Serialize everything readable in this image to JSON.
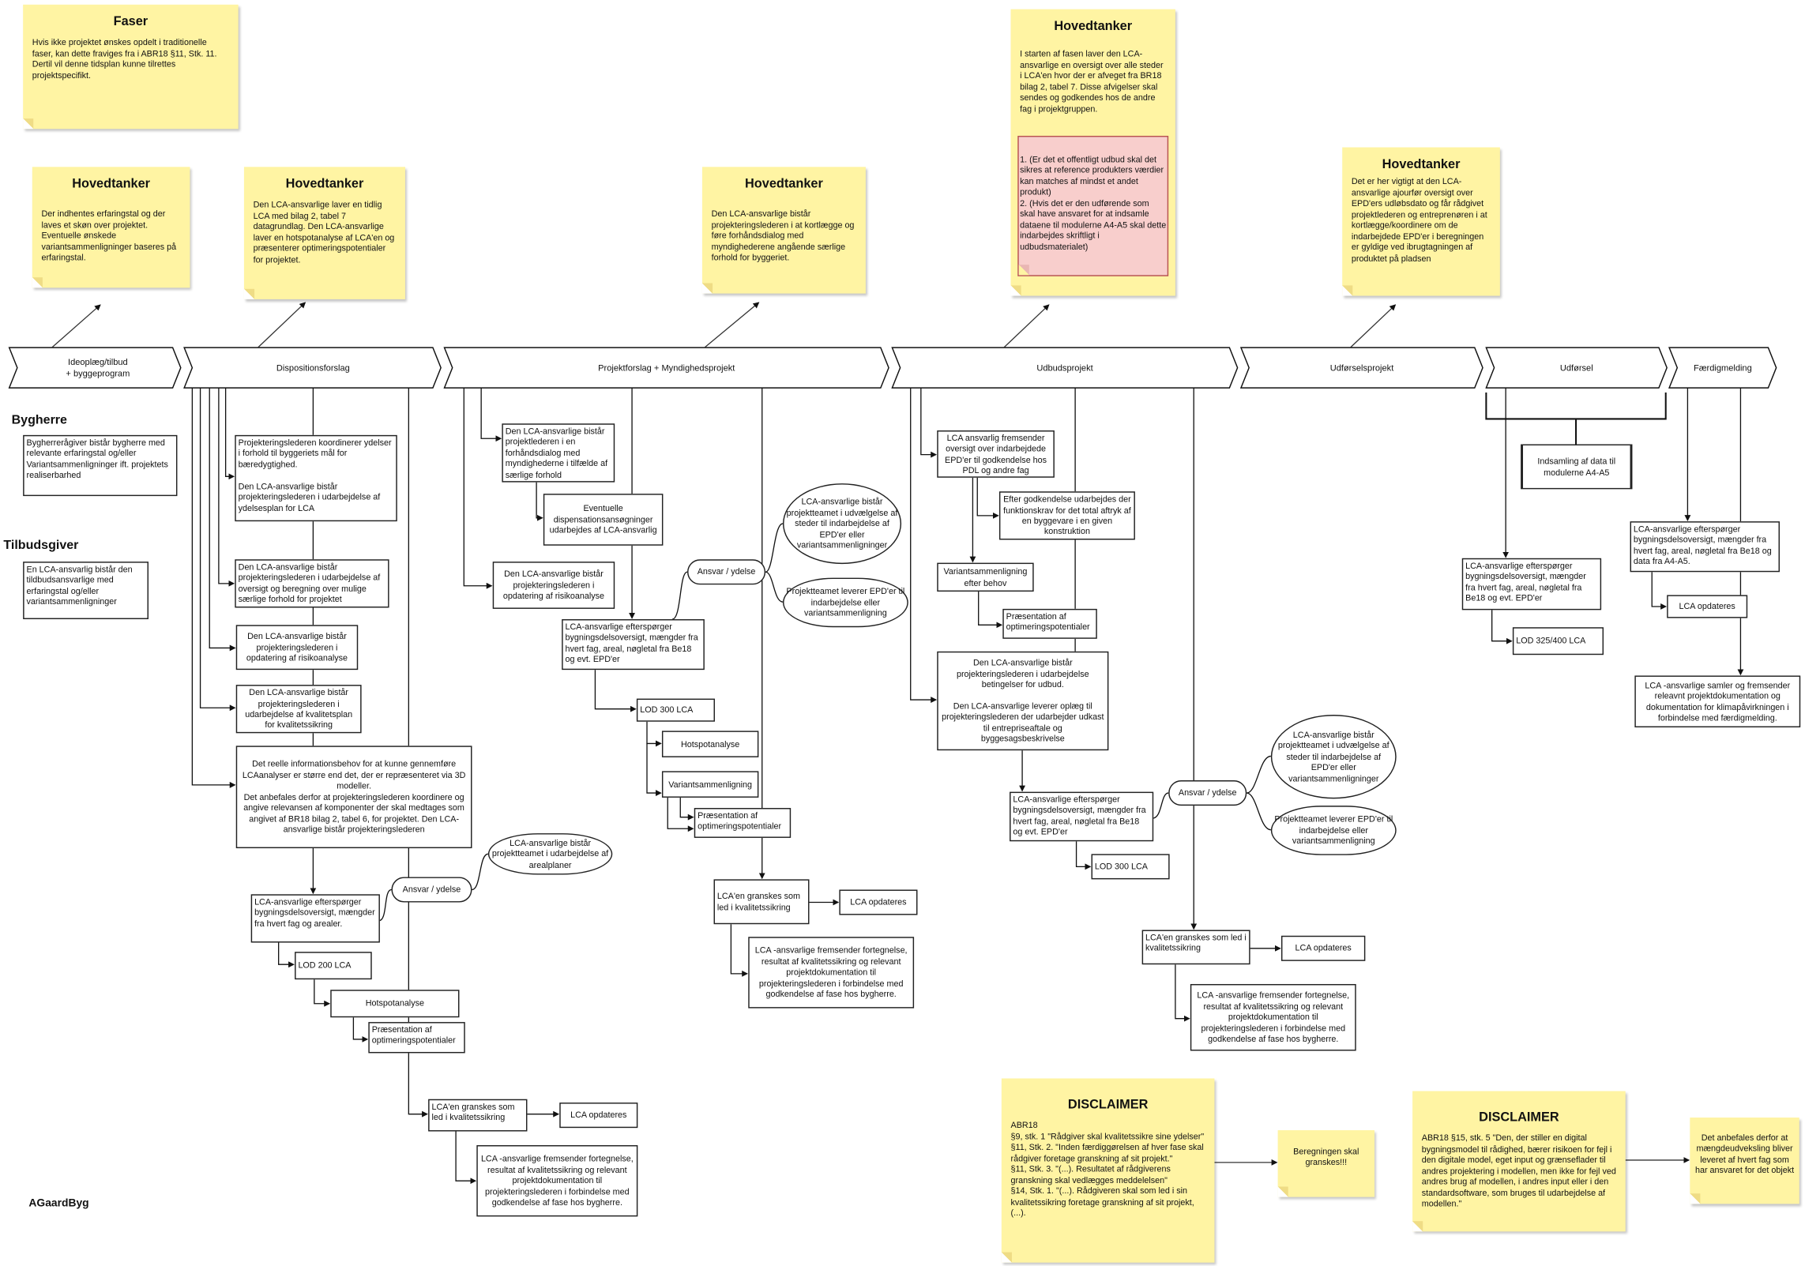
{
  "notes": {
    "faser": {
      "title": "Faser",
      "text": "Hvis ikke projektet ønskes opdelt i traditionelle faser, kan dette fraviges fra i ABR18 §11, Stk. 11.\nDertil vil denne tidsplan kunne tilrettes projektspecifikt."
    },
    "h1": {
      "title": "Hovedtanker",
      "text": "Der indhentes erfaringstal og der laves et skøn over projektet. Eventuelle ønskede variantsammenligninger baseres på erfaringstal."
    },
    "h2": {
      "title": "Hovedtanker",
      "text": "Den LCA-ansvarlige laver en tidlig LCA med bilag 2, tabel 7 datagrundlag. Den LCA-ansvarlige laver en hotspotanalyse af LCA'en og præsenterer optimeringspotentialer for projektet."
    },
    "h3": {
      "title": "Hovedtanker",
      "text": "Den LCA-ansvarlige bistår projekteringslederen i at kortlægge og føre forhåndsdialog med myndighederene angående særlige forhold for byggeriet."
    },
    "h4": {
      "title": "Hovedtanker",
      "text": "I starten af fasen laver den LCA-ansvarlige en oversigt over alle steder i LCA'en hvor der er afveget fra BR18 bilag 2, tabel 7. Disse afvigelser skal sendes og godkendes hos de andre fag i projektgruppen.",
      "red": "1. (Er det et offentligt udbud skal det sikres at reference produkters værdier kan matches af mindst et andet produkt)\n2. (Hvis det er den udførende som skal have ansvaret for at indsamle dataene til modulerne A4-A5 skal dette indarbejdes skriftligt i udbudsmaterialet)"
    },
    "h5": {
      "title": "Hovedtanker",
      "text": "Det er her vigtigt at den LCA-ansvarlige ajourfør oversigt over EPD'ers udløbsdato og får rådgivet projektlederen og entreprenøren i at kortlægge/koordinere om de indarbejdede EPD'er i beregningen er gyldige ved ibrugtagningen af produktet på pladsen"
    },
    "d1": {
      "title": "DISCLAIMER",
      "text": "ABR18\n§9, stk. 1 \"Rådgiver skal kvalitetssikre sine ydelser\"\n§11, Stk. 2. \"Inden færdiggørelsen af hver fase skal rådgiver foretage granskning af sit projekt.\"\n§11, Stk. 3. \"(...). Resultatet af rådgiverens granskning skal vedlægges meddelelsen\"\n§14, Stk. 1. \"(...). Rådgiveren skal som led i sin kvalitetssikring foretage granskning af sit projekt, (...)."
    },
    "d1_result": "Beregningen skal granskes!!!",
    "d2": {
      "title": "DISCLAIMER",
      "text": "ABR18 §15, stk. 5 \"Den, der stiller en digital bygningsmodel til rådighed, bærer risikoen for fejl i den digitale model, eget input og grænseflader til andres projektering i modellen, men ikke for fejl ved andres brug af modellen, i andres input eller i den standardsoftware, som bruges til udarbejdelse af modellen.\""
    },
    "d2_result": "Det anbefales derfor at mængdeudveksling bliver leveret af hvert fag som har ansvaret for det objekt"
  },
  "phases": [
    "Ideoplæg/tilbud\n+ byggeprogram",
    "Dispositionsforslag",
    "Projektforslag + Myndighedsprojekt",
    "Udbudsprojekt",
    "Udførselsprojekt",
    "Udførsel",
    "Færdigmelding"
  ],
  "roles": {
    "bygherre": {
      "label": "Bygherre",
      "text": "Bygherrerågiver bistår bygherre med relevante erfaringstal og/eller Variantsammenligninger ift. projektets realiserbarhed"
    },
    "tilbudsgiver": {
      "label": "Tilbudsgiver",
      "text": "En LCA-ansvarlig bistår den tildbudsansvarlige med erfaringstal og/eller variantsammenligninger"
    }
  },
  "brand": "AGaardByg",
  "dispositionsforslag": {
    "b1": "Projekteringslederen koordinerer ydelser i forhold til byggeriets mål for bæredygtighed.\n\nDen LCA-ansvarlige bistår projekteringslederen i udarbejdelse af ydelsesplan for LCA",
    "b2": "Den LCA-ansvarlige bistår projekteringslederen i udarbejdelse af oversigt og beregning over mulige særlige forhold for projektet",
    "b3": "Den LCA-ansvarlige bistår projekteringslederen i opdatering af risikoanalyse",
    "b4": "Den LCA-ansvarlige bistår projekteringslederen i udarbejdelse af kvalitetsplan for kvalitetssikring",
    "b5": "Det reelle informationsbehov for at kunne gennemføre LCAanalyser er større end det, der er repræsenteret via 3D modeller.\nDet anbefales derfor at projekteringslederen koordinere og angive relevansen af komponenter der skal medtages som angivet af BR18 bilag 2, tabel 6, for projektet. Den LCA-ansvarlige bistår projekteringslederen",
    "b6": "LCA-ansvarlige efterspørger bygningsdelsoversigt, mængder fra hvert fag og arealer.",
    "lod": "LOD 200 LCA",
    "hotspot": "Hotspotanalyse",
    "praes": "Præsentation af optimeringspotentialer",
    "gransk": "LCA'en granskes som led i kvalitetssikring",
    "opd": "LCA opdateres",
    "frem": "LCA -ansvarlige fremsender fortegnelse, resultat af kvalitetssikring og relevant projektdokumentation til projekteringslederen i forbindelse med godkendelse af fase hos bygherre.",
    "ansvar": "Ansvar / ydelse",
    "bub1": "LCA-ansvarlige bistår projektteamet i udarbejdelse af arealplaner"
  },
  "projektforslag": {
    "p1": "Den LCA-ansvarlige bistår projektlederen i en forhåndsdialog med myndighederne i tilfælde af særlige forhold",
    "p2": "Eventuelle dispensationsansøgninger udarbejdes af LCA-ansvarlig",
    "p3": "Den LCA-ansvarlige bistår projekteringslederen i opdatering af risikoanalyse",
    "p4": "LCA-ansvarlige efterspørger bygningsdelsoversigt, mængder fra hvert fag, areal, nøgletal fra Be18 og evt. EPD'er",
    "lod": "LOD 300 LCA",
    "hotspot": "Hotspotanalyse",
    "variant": "Variantsammenligning",
    "praes": "Præsentation af optimeringspotentialer",
    "gransk": "LCA'en granskes som led i kvalitetssikring",
    "opd": "LCA opdateres",
    "frem": "LCA -ansvarlige fremsender fortegnelse, resultat af kvalitetssikring og relevant projektdokumentation til projekteringslederen i forbindelse med godkendelse af fase hos bygherre.",
    "ansvar": "Ansvar / ydelse",
    "bub1": "LCA-ansvarlige bistår projektteamet i udvælgelse af steder til indarbejdelse af EPD'er eller variantsammenligninger",
    "bub2": "Projektteamet leverer EPD'er til indarbejdelse eller variantsammenligning"
  },
  "udbud": {
    "u1": "LCA ansvarlig fremsender oversigt over indarbejdede EPD'er til godkendelse hos PDL og andre fag",
    "u2": "Efter godkendelse udarbejdes der funktionskrav for det total aftryk af en byggevare i en given konstruktion",
    "u3": "Variantsammenligning efter behov",
    "u4": "Præsentation af optimeringspotentialer",
    "u5": "Den LCA-ansvarlige bistår projekteringslederen i udarbejdelse betingelser for udbud.\n\nDen LCA-ansvarlige leverer oplæg til projekteringslederen der udarbejder udkast til entrepriseaftale og byggesagsbeskrivelse",
    "u6": "LCA-ansvarlige efterspørger bygningsdelsoversigt, mængder fra hvert fag, areal, nøgletal fra Be18 og evt. EPD'er",
    "lod": "LOD 300 LCA",
    "gransk": "LCA'en granskes som led i kvalitetssikring",
    "opd": "LCA opdateres",
    "frem": "LCA -ansvarlige fremsender fortegnelse, resultat af kvalitetssikring og relevant projektdokumentation til projekteringslederen i forbindelse med godkendelse af fase hos bygherre.",
    "ansvar": "Ansvar / ydelse",
    "bub1": "LCA-ansvarlige bistår projektteamet i udvælgelse af steder til indarbejdelse af EPD'er eller variantsammenligninger",
    "bub2": "Projektteamet leverer EPD'er til indarbejdelse eller variantsammenligning"
  },
  "udforsel": {
    "indsamling": "Indsamling af data til modulerne A4-A5",
    "e1": "LCA-ansvarlige efterspørger bygningsdelsoversigt, mængder fra hvert fag, areal, nøgletal fra Be18 og evt. EPD'er",
    "lod": "LOD 325/400 LCA"
  },
  "faerdig": {
    "f1": "LCA-ansvarlige efterspørger bygningsdelsoversigt, mængder fra hvert fag, areal, nøgletal fra Be18 og data fra A4-A5.",
    "opd": "LCA opdateres",
    "f2": "LCA -ansvarlige samler og fremsender releavnt projektdokumentation og dokumentation for klimapåvirkningen i forbindelse med færdigmelding."
  },
  "colors": {
    "note": "#fff4a3",
    "red_note": "#f8cecc",
    "red_border": "#b85450"
  }
}
